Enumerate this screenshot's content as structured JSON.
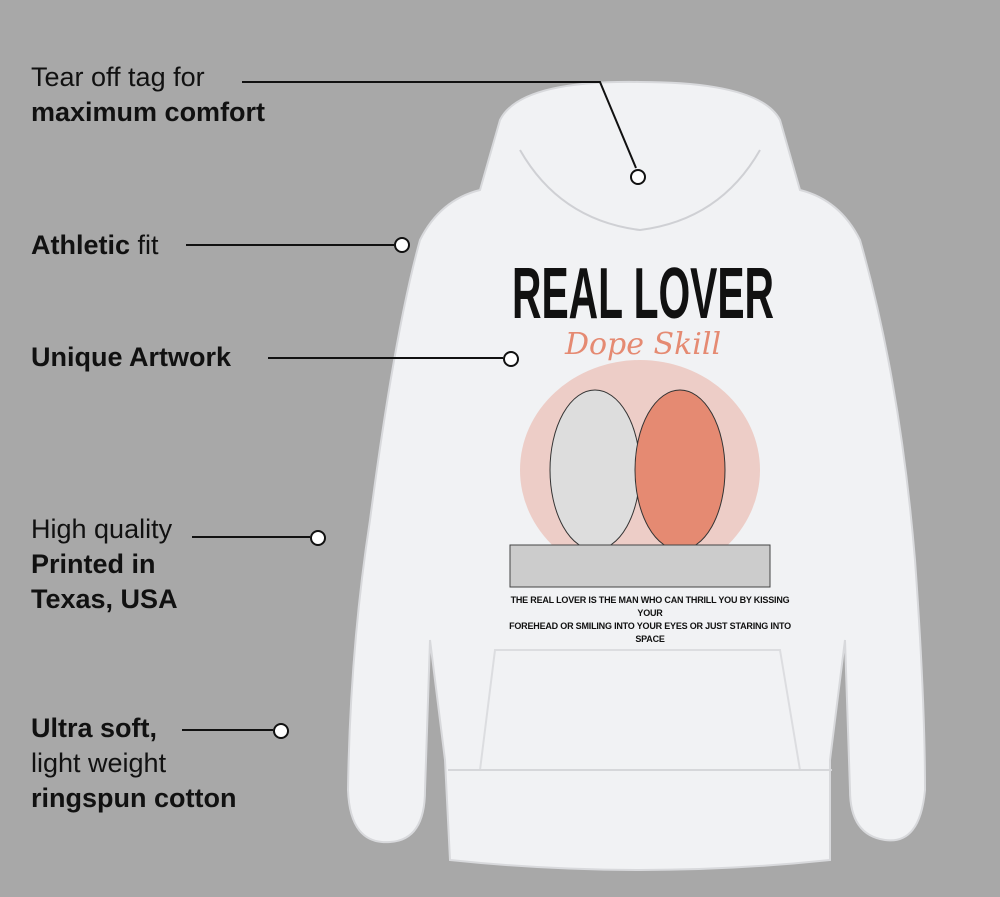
{
  "features": [
    {
      "line1": "Tear off tag for",
      "line2": "maximum comfort"
    },
    {
      "bold": "Athletic",
      "rest": " fit"
    },
    {
      "bold": "Unique Artwork"
    },
    {
      "line1": "High quality",
      "line2": "Printed in",
      "line3": "Texas, USA"
    },
    {
      "line1": "Ultra soft,",
      "line2": "light weight",
      "line3": "ringspun cotton"
    }
  ],
  "print": {
    "title": "REAL LOVER",
    "script": "Dope Skill",
    "quote_line1": "THE REAL LOVER IS THE MAN WHO CAN THRILL YOU BY KISSING YOUR",
    "quote_line2": "FOREHEAD OR SMILING INTO YOUR EYES OR JUST STARING INTO SPACE"
  },
  "colors": {
    "background": "#a8a8a8",
    "hoodie": "#f2f3f5",
    "accent": "#e58a72"
  }
}
